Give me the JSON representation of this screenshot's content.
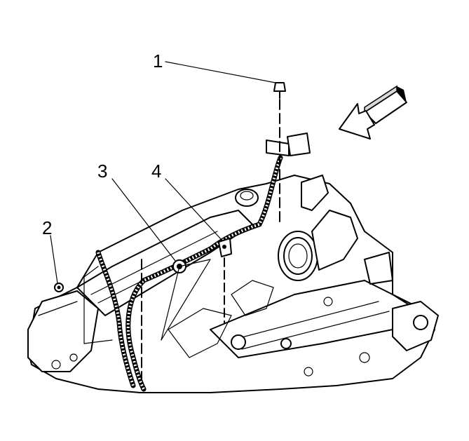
{
  "callouts": [
    {
      "id": "1",
      "label": "1"
    },
    {
      "id": "2",
      "label": "2"
    },
    {
      "id": "3",
      "label": "3"
    },
    {
      "id": "4",
      "label": "4"
    }
  ],
  "direction_arrow": {
    "icon": "forward-direction-arrow-icon"
  },
  "colors": {
    "line": "#000000",
    "fill": "#ffffff",
    "shade": "#d8d8d8"
  }
}
